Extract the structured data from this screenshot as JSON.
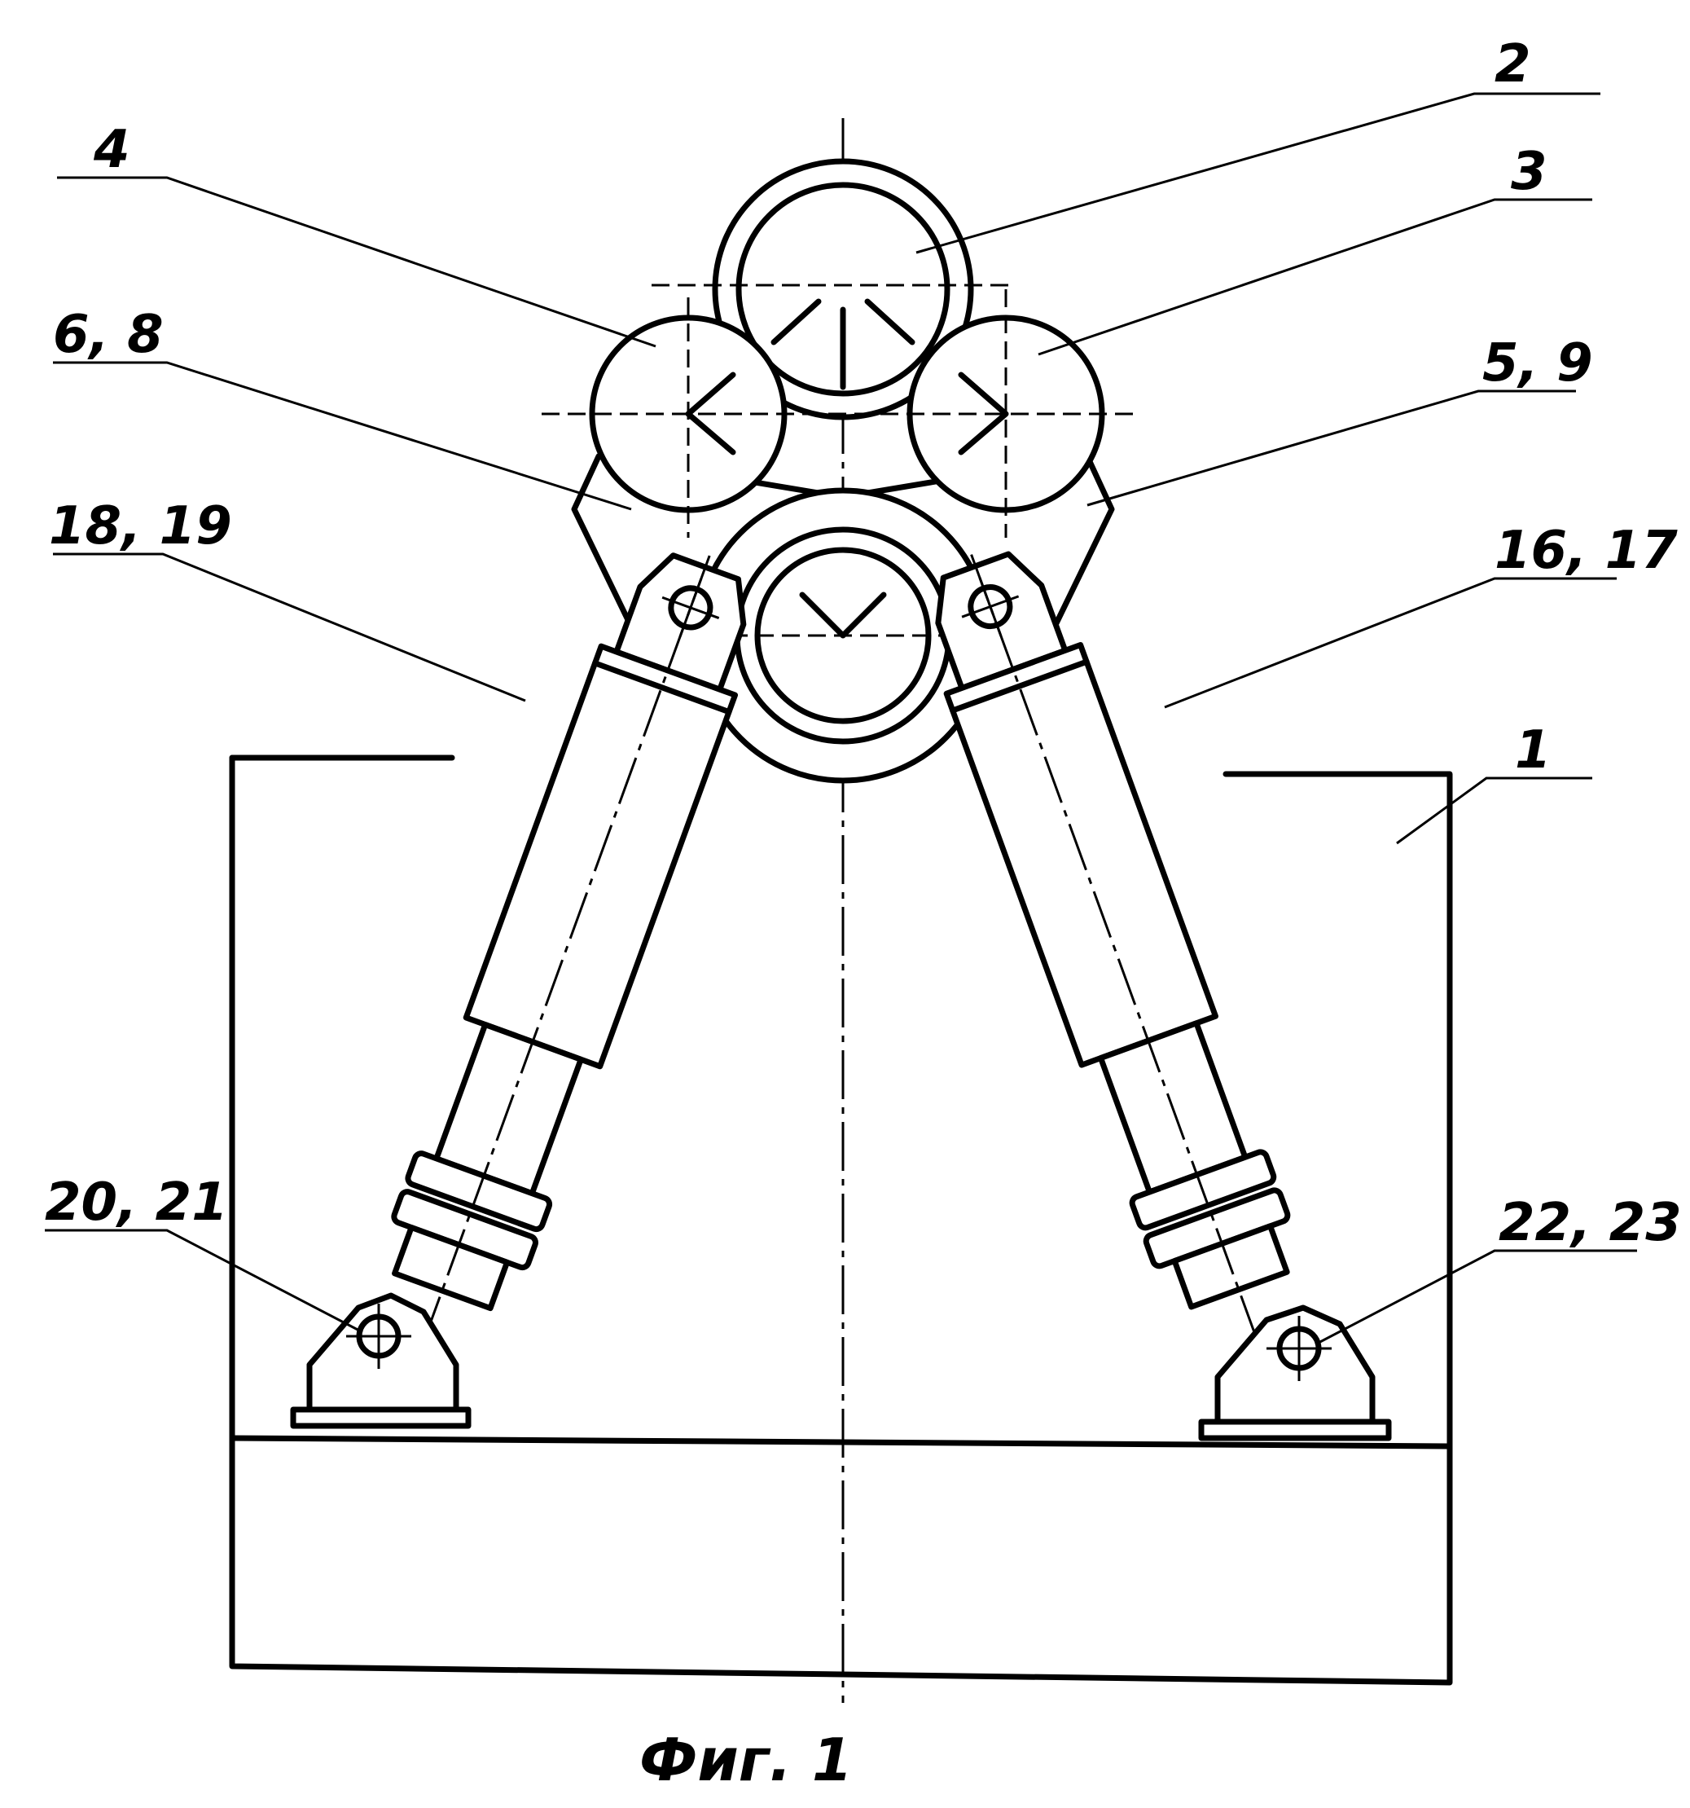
{
  "figure": {
    "caption": "Фиг. 1",
    "labels": {
      "l1": "1",
      "l2": "2",
      "l3": "3",
      "l4": "4",
      "l5_9": "5, 9",
      "l6_8": "6, 8",
      "l16_17": "16, 17",
      "l18_19": "18, 19",
      "l20_21": "20, 21",
      "l22_23": "22, 23"
    }
  }
}
